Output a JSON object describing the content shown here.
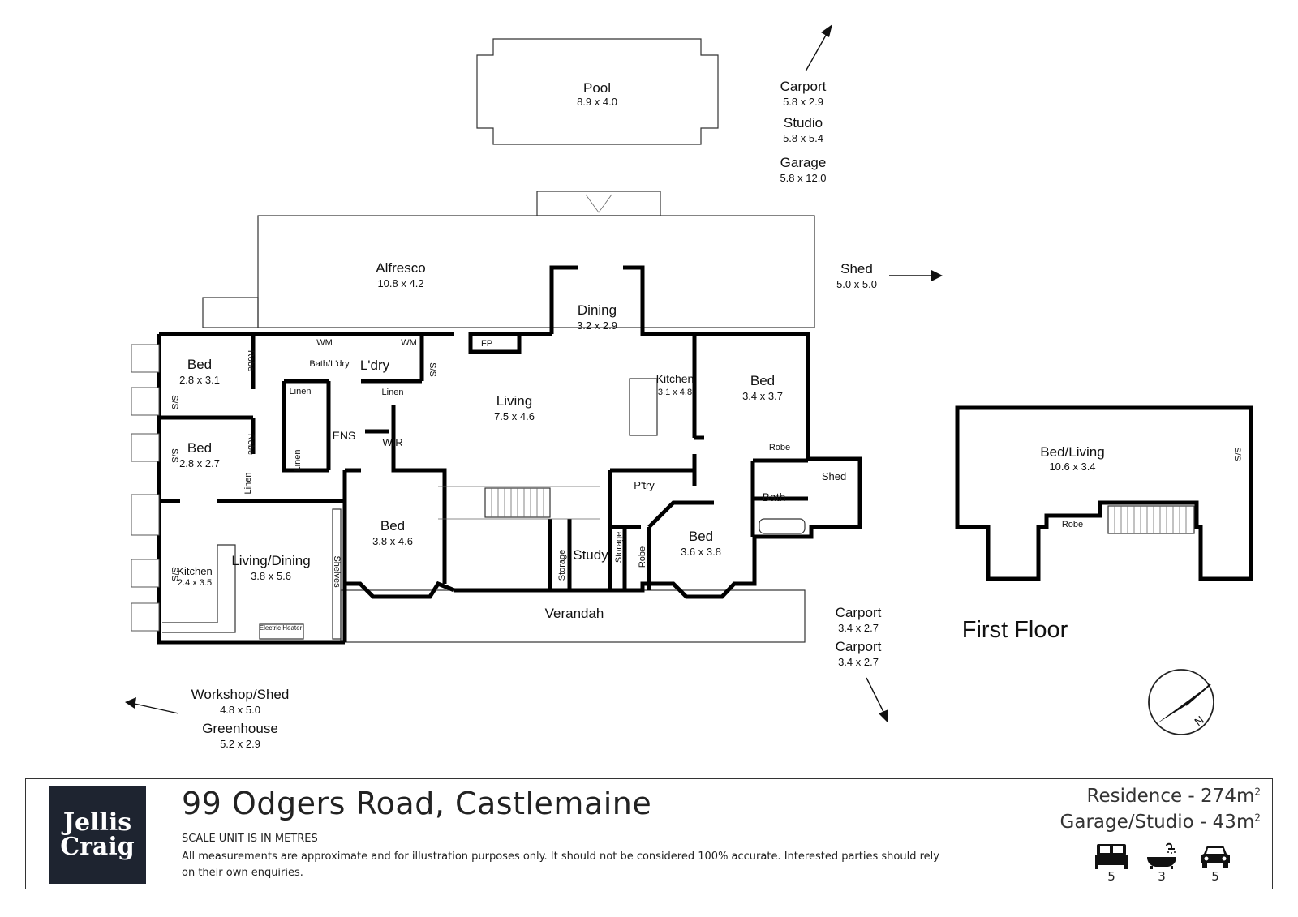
{
  "rooms": {
    "pool": {
      "name": "Pool",
      "dim": "8.9 x 4.0"
    },
    "carport1": {
      "name": "Carport",
      "dim": "5.8 x 2.9"
    },
    "studio": {
      "name": "Studio",
      "dim": "5.8 x 5.4"
    },
    "garage": {
      "name": "Garage",
      "dim": "5.8 x 12.0"
    },
    "alfresco": {
      "name": "Alfresco",
      "dim": "10.8 x 4.2"
    },
    "shed_top": {
      "name": "Shed",
      "dim": "5.0 x 5.0"
    },
    "dining": {
      "name": "Dining",
      "dim": "3.2 x 2.9"
    },
    "bed1": {
      "name": "Bed",
      "dim": "2.8 x 3.1"
    },
    "bed2": {
      "name": "Bed",
      "dim": "2.8 x 2.7"
    },
    "living": {
      "name": "Living",
      "dim": "7.5 x 4.6"
    },
    "kitchen": {
      "name": "Kitchen",
      "dim": "3.1 x 4.8"
    },
    "bed3": {
      "name": "Bed",
      "dim": "3.4 x 3.7"
    },
    "bed4": {
      "name": "Bed",
      "dim": "3.8 x 4.6"
    },
    "bed5": {
      "name": "Bed",
      "dim": "3.6 x 3.8"
    },
    "living_dining": {
      "name": "Living/Dining",
      "dim": "3.8 x 5.6"
    },
    "kitchen2": {
      "name": "Kitchen",
      "dim": "2.4 x 3.5"
    },
    "bed_living": {
      "name": "Bed/Living",
      "dim": "10.6 x 3.4"
    },
    "carport2": {
      "name": "Carport",
      "dim": "3.4 x 2.7"
    },
    "carport3": {
      "name": "Carport",
      "dim": "3.4 x 2.7"
    },
    "workshop": {
      "name": "Workshop/Shed",
      "dim": "4.8 x 5.0"
    },
    "greenhouse": {
      "name": "Greenhouse",
      "dim": "5.2 x 2.9"
    }
  },
  "labels": {
    "robe": "Robe",
    "ss": "S/S",
    "bath_ldry": "Bath/L'dry",
    "wm": "WM",
    "fp": "FP",
    "ldry": "L'dry",
    "linen": "Linen",
    "ens": "ENS",
    "wir": "WIR",
    "ptry": "P'try",
    "study": "Study",
    "storage": "Storage",
    "bath": "Bath",
    "shed": "Shed",
    "verandah": "Verandah",
    "shelves": "Shelves",
    "electric_heater": "Electric Heater",
    "first_floor": "First Floor",
    "compass": "N"
  },
  "footer": {
    "logo_line1": "Jellis",
    "logo_line2": "Craig",
    "address": "99 Odgers Road, Castlemaine",
    "scale_note": "SCALE UNIT IS IN METRES",
    "disclaimer": "All measurements are approximate and for illustration purposes only. It should not be considered 100% accurate. Interested parties should rely on their own enquiries.",
    "residence": "Residence - 274m",
    "garage_studio": "Garage/Studio - 43m",
    "area_unit": "2",
    "beds": "5",
    "baths": "3",
    "cars": "5",
    "icons": [
      "bed-icon",
      "bath-icon",
      "car-icon"
    ]
  }
}
